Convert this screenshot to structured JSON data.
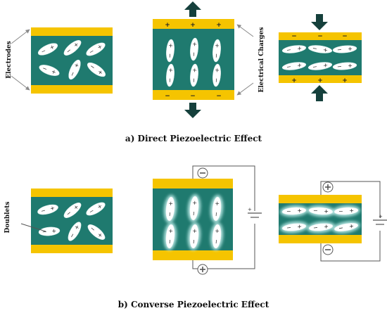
{
  "captions": {
    "direct": "a) Direct Piezoelectric Effect",
    "converse": "b) Converse Piezoelectric Effect"
  },
  "labels": {
    "electrodes": "Electrodes",
    "charges": "Electrical Charges",
    "doublets": "Doublets"
  },
  "symbols": {
    "plus": "+",
    "minus": "−"
  },
  "colors": {
    "electrode": "#f5c400",
    "crystal": "#1f7a6f",
    "crystal_dark": "#2f4f5a",
    "dipole": "#ffffff",
    "dipole_glow": "#c8f3f0",
    "arrow": "#15403c",
    "wire": "#555555"
  }
}
